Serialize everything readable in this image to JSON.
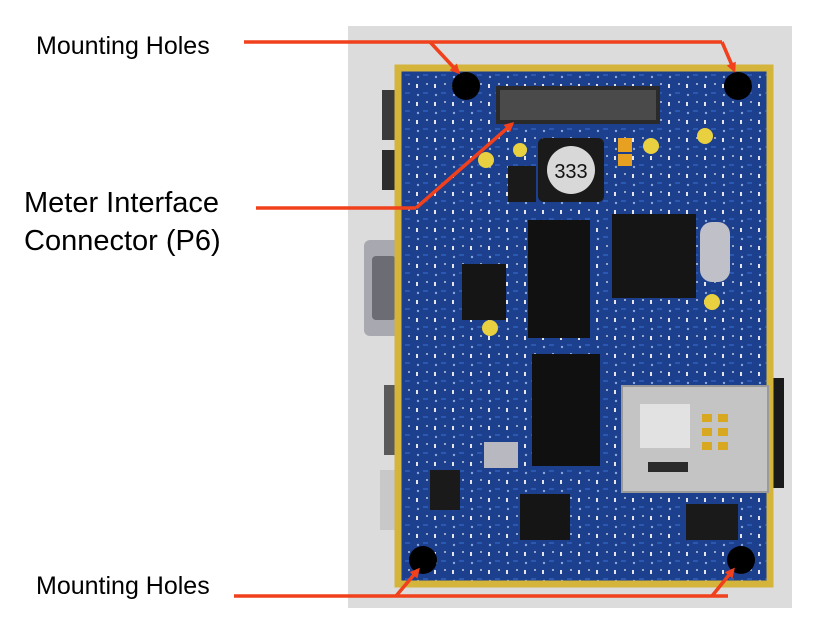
{
  "labels": {
    "mounting_holes_top": "Mounting Holes",
    "meter_interface_line1": "Meter Interface",
    "meter_interface_line2": "Connector (P6)",
    "mounting_holes_bottom": "Mounting Holes"
  },
  "board": {
    "inductor_marking": "333"
  },
  "colors": {
    "arrow": "#f0401c",
    "board_blue": "#1c3f8e",
    "board_edge": "#d4b43a",
    "hole": "#000000",
    "background_panel": "#dcdcdc"
  }
}
